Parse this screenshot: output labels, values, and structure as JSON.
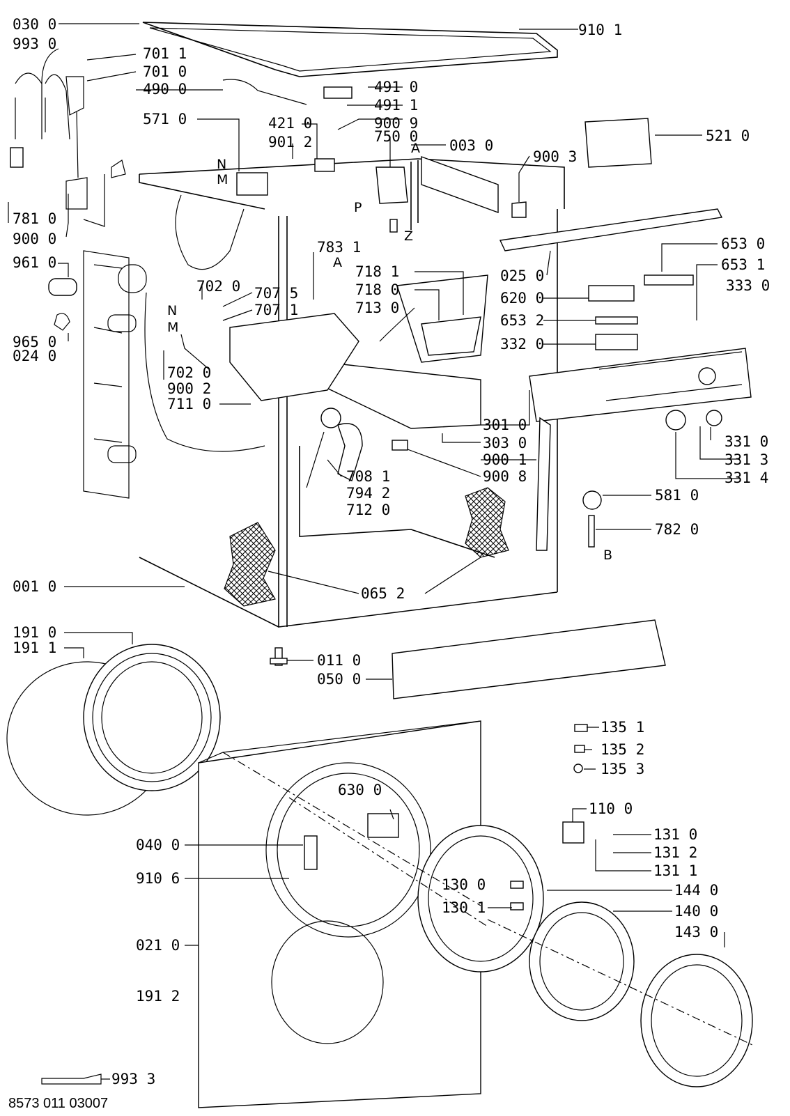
{
  "diagram": {
    "footer_code": "8573 011 03007",
    "part_labels": [
      "030 0",
      "993 0",
      "701 1",
      "701 0",
      "490 0",
      "491 0",
      "491 1",
      "571 0",
      "421 0",
      "901 2",
      "900 9",
      "750 0",
      "003 0",
      "910 1",
      "521 0",
      "900 3",
      "781 0",
      "900 0",
      "961 0",
      "965 0",
      "024 0",
      "783 1",
      "702 0",
      "707 5",
      "707 1",
      "702 0",
      "900 2",
      "711 0",
      "718 1",
      "718 0",
      "713 0",
      "025 0",
      "653 0",
      "653 1",
      "333 0",
      "620 0",
      "653 2",
      "332 0",
      "301 0",
      "303 0",
      "900 1",
      "900 8",
      "708 1",
      "794 2",
      "712 0",
      "331 0",
      "331 3",
      "331 4",
      "581 0",
      "782 0",
      "001 0",
      "065 2",
      "191 0",
      "191 1",
      "011 0",
      "050 0",
      "135 1",
      "135 2",
      "135 3",
      "110 0",
      "131 0",
      "131 2",
      "131 1",
      "630 0",
      "040 0",
      "910 6",
      "130 0",
      "130 1",
      "144 0",
      "140 0",
      "143 0",
      "021 0",
      "191 2",
      "993 3"
    ],
    "reference_letters": [
      "A",
      "A",
      "N",
      "M",
      "N",
      "M",
      "P",
      "Z",
      "B"
    ]
  }
}
